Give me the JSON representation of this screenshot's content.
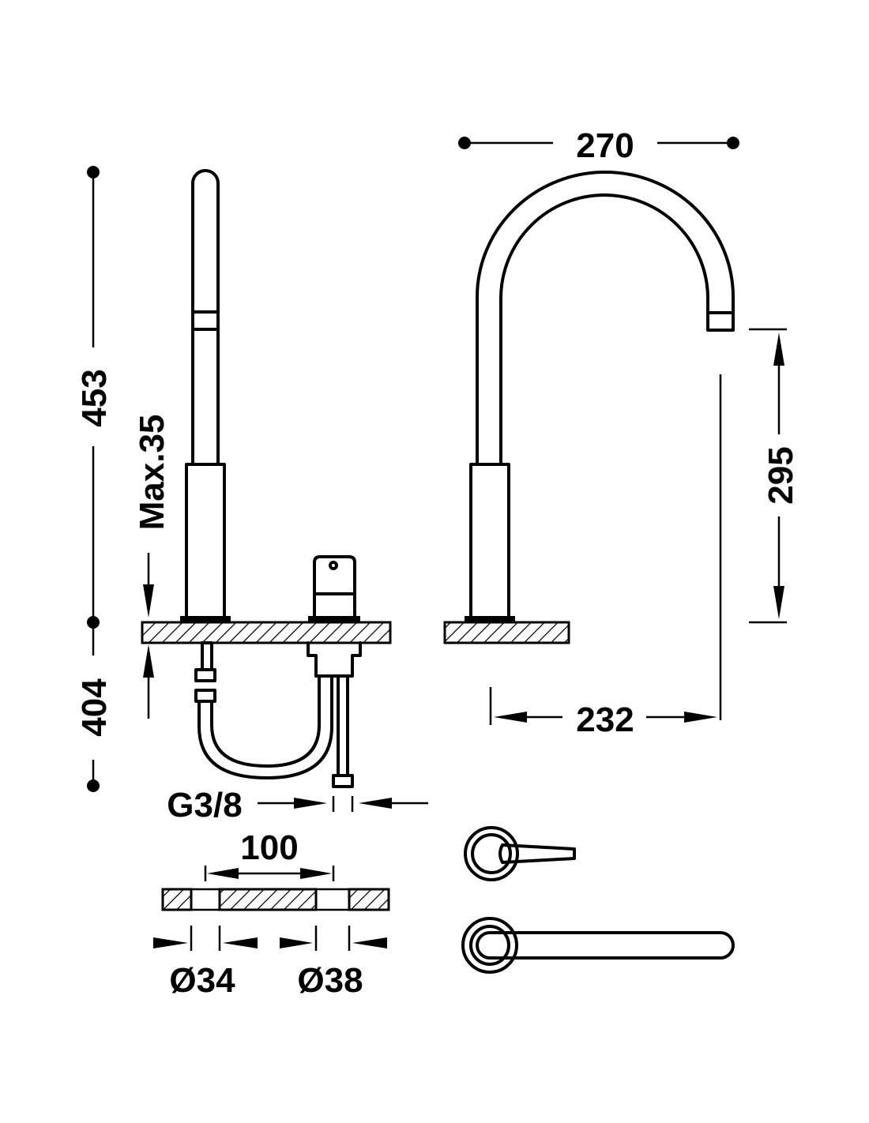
{
  "dimensions": {
    "width_top": "270",
    "height_total": "453",
    "max_deck": "Max.35",
    "below_deck": "404",
    "spout_height": "295",
    "reach": "232",
    "connection": "G3/8",
    "spacing": "100",
    "hole_a": "Ø34",
    "hole_b": "Ø38"
  },
  "colors": {
    "line": "#000000",
    "background": "#ffffff"
  }
}
